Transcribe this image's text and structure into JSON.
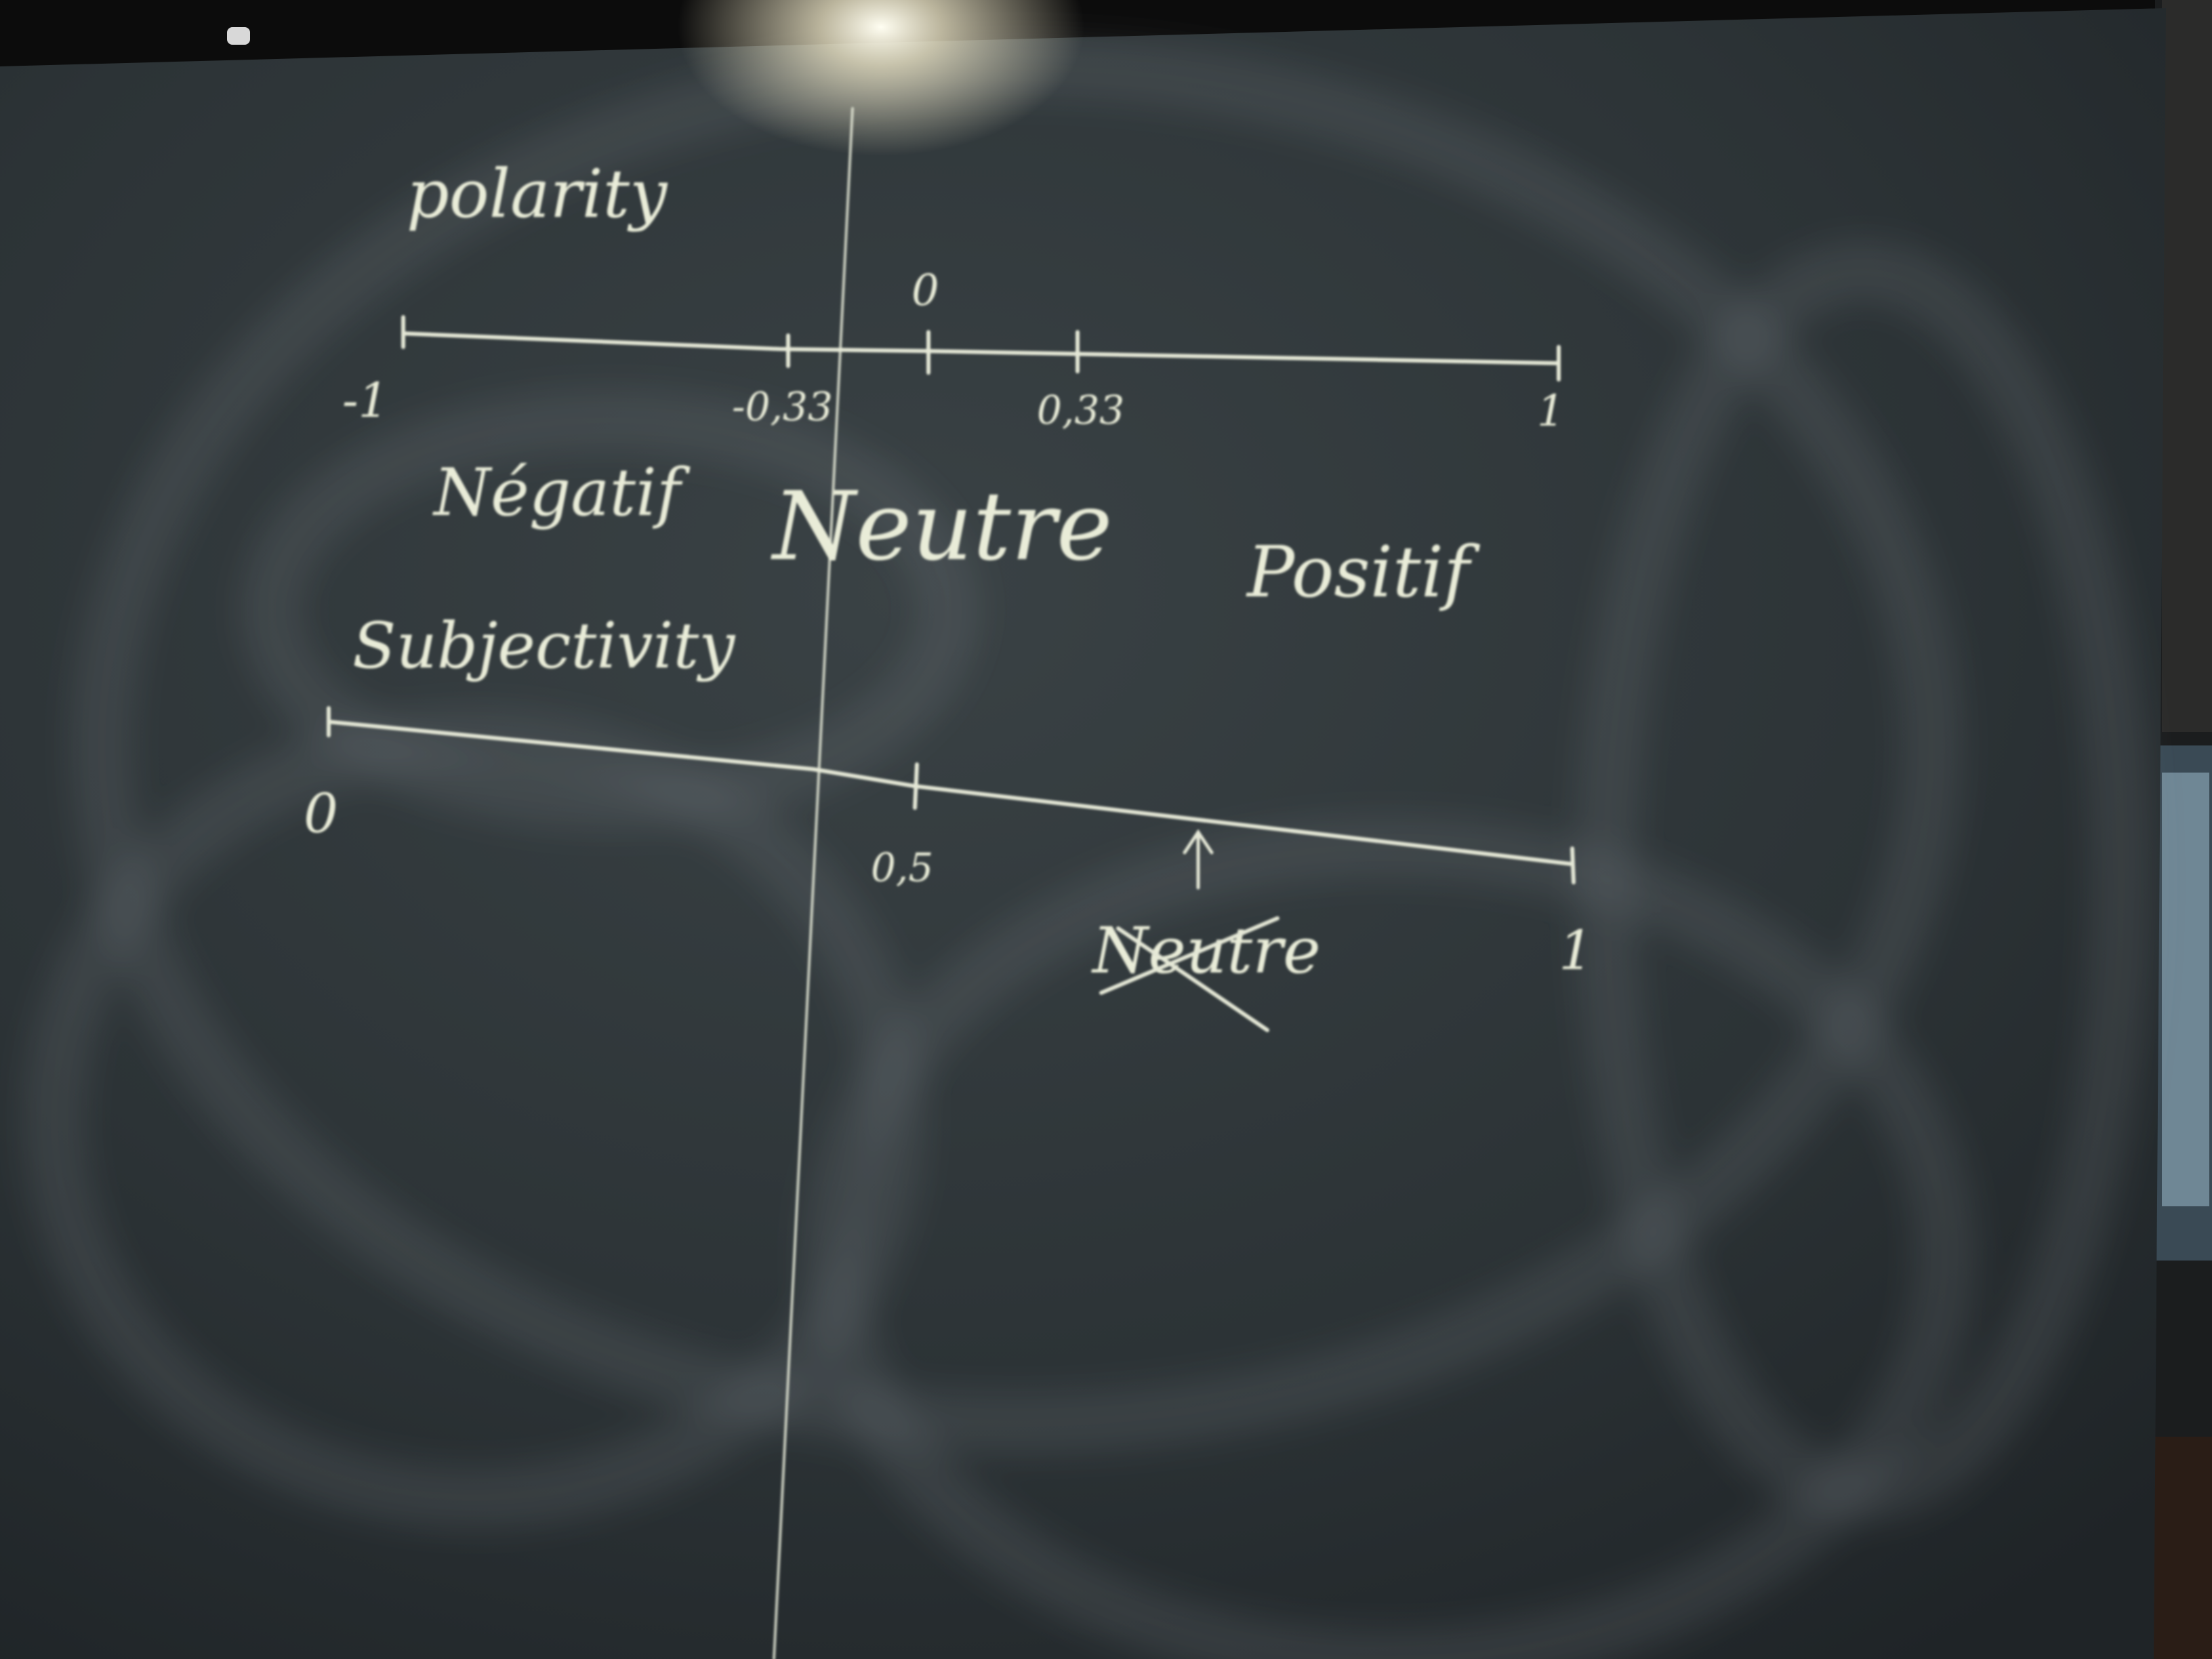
{
  "board": {
    "colors": {
      "board": "#2a3033",
      "chalk": "#e9ecd8",
      "ceiling": "#0c0c0c",
      "right_room": "#1b1d1e"
    },
    "polarity": {
      "heading": "polarity",
      "zero_label": "0",
      "ticks": [
        "-1",
        "-0,33",
        "0,33",
        "1"
      ],
      "tick_values": [
        -1,
        -0.33,
        0,
        0.33,
        1
      ],
      "regions": [
        "Négatif",
        "Neutre",
        "Positif"
      ]
    },
    "subjectivity": {
      "heading": "Subjectivity",
      "ticks": [
        "0",
        "0,5",
        "1"
      ],
      "tick_values": [
        0,
        0.5,
        1
      ],
      "crossed_word": "Neutre",
      "marker": "arrow-up-icon"
    }
  }
}
